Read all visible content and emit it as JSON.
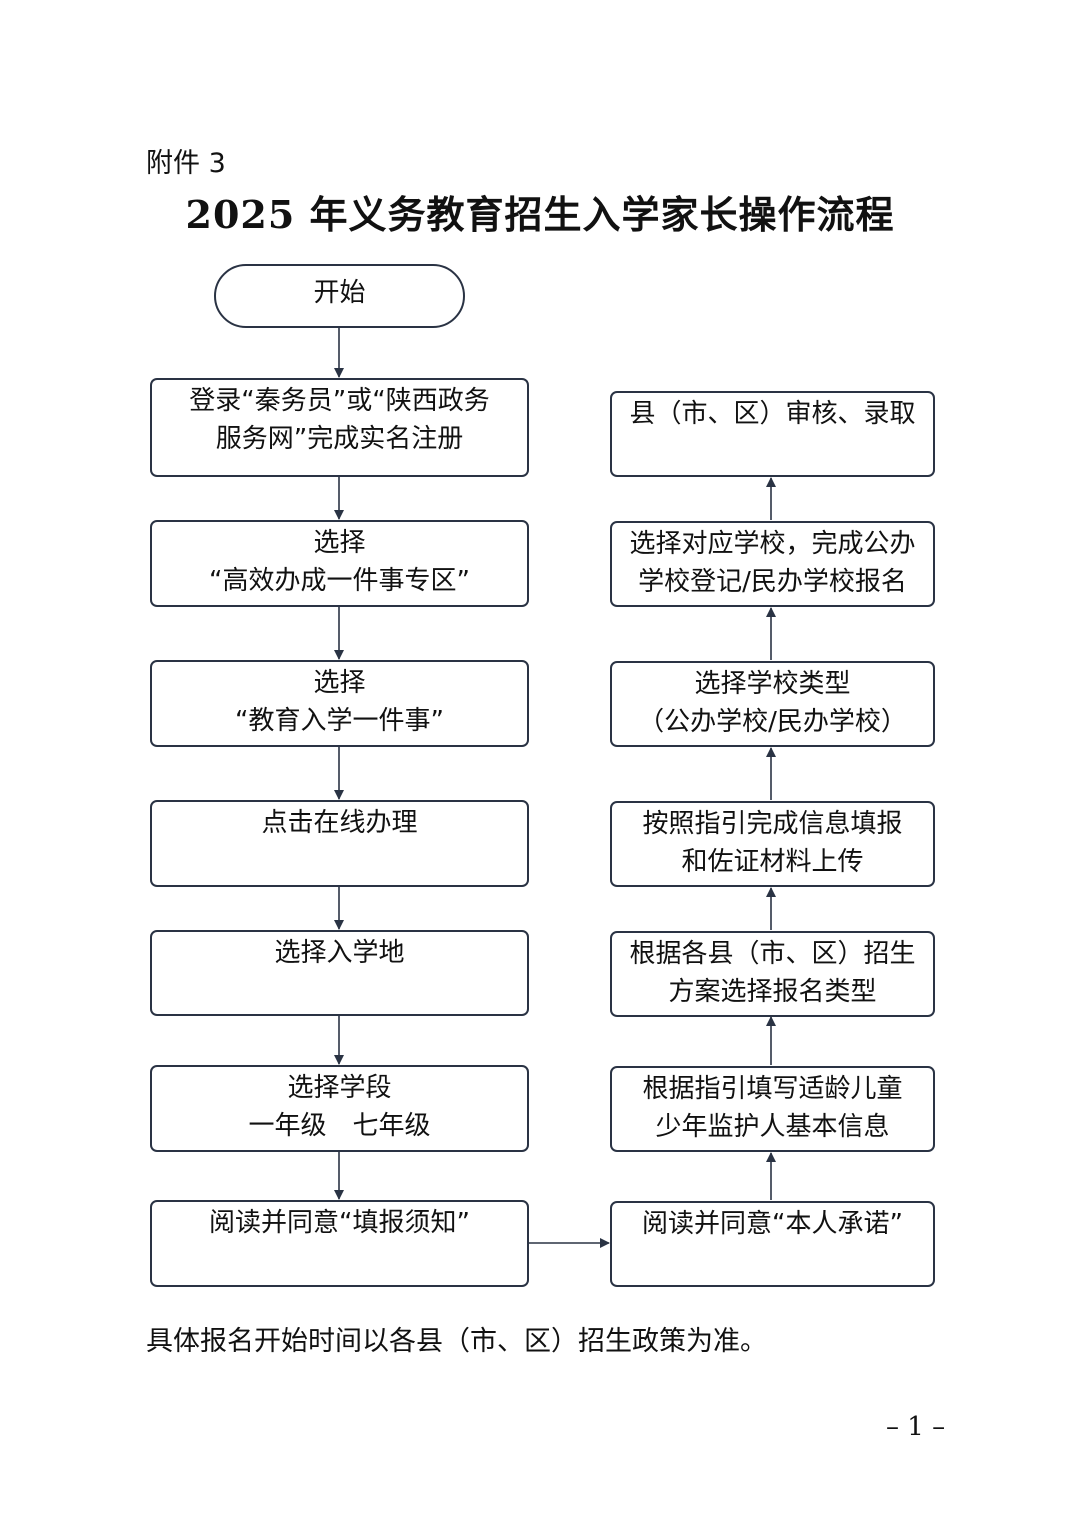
{
  "header": {
    "attachment_label": "附件 3",
    "title": "2025 年义务教育招生入学家长操作流程"
  },
  "flow": {
    "start": "开始",
    "left_steps": [
      {
        "lines": [
          "登录“秦务员”或“陕西政务",
          "服务网”完成实名注册"
        ]
      },
      {
        "lines": [
          "选择",
          "“高效办成一件事专区”"
        ]
      },
      {
        "lines": [
          "选择",
          "“教育入学一件事”"
        ]
      },
      {
        "lines": [
          "点击在线办理"
        ]
      },
      {
        "lines": [
          "选择入学地"
        ]
      },
      {
        "lines": [
          "选择学段",
          "一年级　七年级"
        ]
      },
      {
        "lines": [
          "阅读并同意“填报须知”"
        ]
      }
    ],
    "right_steps": [
      {
        "lines": [
          "阅读并同意“本人承诺”"
        ]
      },
      {
        "lines": [
          "根据指引填写适龄儿童",
          "少年监护人基本信息"
        ]
      },
      {
        "lines": [
          "根据各县（市、区）招生",
          "方案选择报名类型"
        ]
      },
      {
        "lines": [
          "按照指引完成信息填报",
          "和佐证材料上传"
        ]
      },
      {
        "lines": [
          "选择学校类型",
          "（公办学校/民办学校）"
        ]
      },
      {
        "lines": [
          "选择对应学校，完成公办",
          "学校登记/民办学校报名"
        ]
      },
      {
        "lines": [
          "县（市、区）审核、录取"
        ]
      }
    ]
  },
  "footer": {
    "note": "具体报名开始时间以各县（市、区）招生政策为准。",
    "page_number": "– 1 –"
  }
}
